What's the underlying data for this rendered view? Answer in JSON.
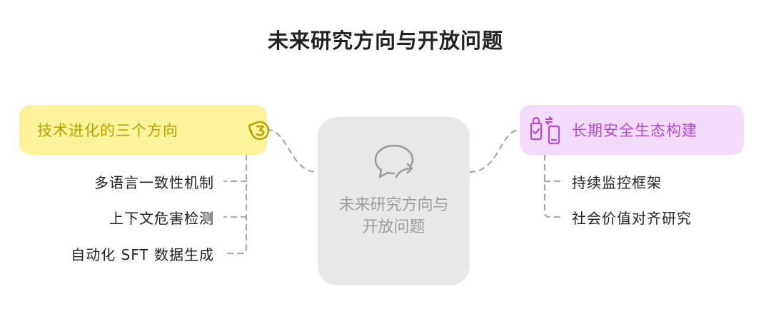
{
  "title": "未来研究方向与开放问题",
  "center": {
    "label": "未来研究方向与开放问题"
  },
  "left_branch": {
    "label": "技术进化的三个方向",
    "icon": "rotate-three-icon",
    "color": "#fcf29c",
    "text_color": "#b8a100",
    "items": [
      "多语言一致性机制",
      "上下文危害检测",
      "自动化 SFT 数据生成"
    ]
  },
  "right_branch": {
    "label": "长期安全生态构建",
    "icon": "secure-devices-icon",
    "color": "#f3dcfb",
    "text_color": "#b548d6",
    "items": [
      "持续监控框架",
      "社会价值对齐研究"
    ]
  }
}
